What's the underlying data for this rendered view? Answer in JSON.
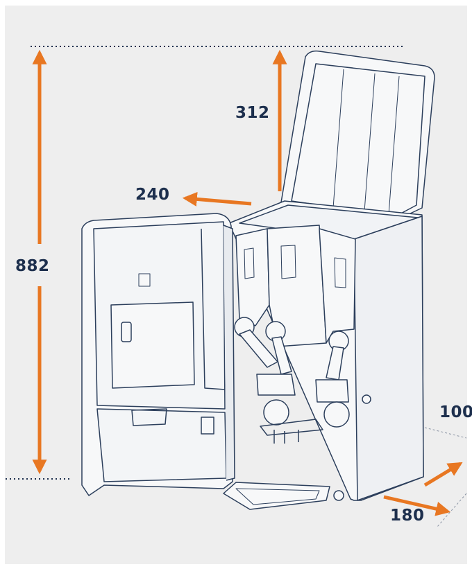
{
  "dimensions": {
    "total_height": "882",
    "lid_height": "312",
    "door_swing": "240",
    "side_clearance": "100",
    "depth": "180"
  },
  "colors": {
    "background": "#eeeeee",
    "arrow": "#e87722",
    "label": "#1d2f4d",
    "line": "#2c3f5c",
    "machine_fill": "#f7f8f9"
  },
  "icons": [
    "machine-illustration",
    "dimension-arrow",
    "dotted-guide-line"
  ]
}
